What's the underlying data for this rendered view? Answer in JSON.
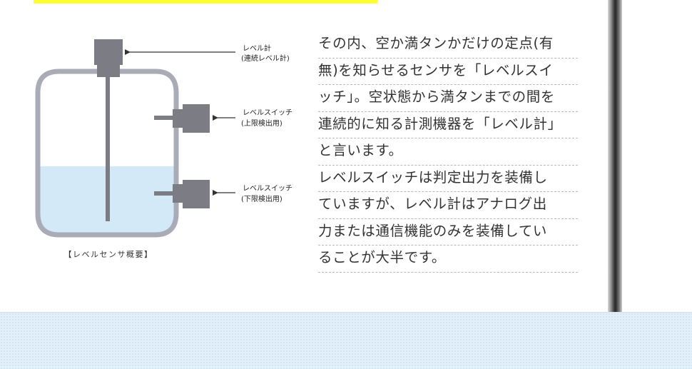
{
  "diagram": {
    "labels": {
      "level_meter": [
        "レベル計",
        "(連続レベル計)"
      ],
      "switch_upper": [
        "レベルスイッチ",
        "(上限検出用)"
      ],
      "switch_lower": [
        "レベルスイッチ",
        "(下限検出用)"
      ]
    },
    "caption": "【レベルセンサ概要】",
    "colors": {
      "tank_outline": "#a9abb7",
      "sensor_body": "#7c7c84",
      "liquid": "#d4e9f7",
      "arrow": "#333333"
    },
    "liquid_level_fraction": 0.42
  },
  "text_lines": [
    "その内、空か満タンかだけの定点(有",
    "無)を知らせるセンサを「レベルスイ",
    "ッチ」。空状態から満タンまでの間を",
    "連続的に知る計測機器を「レベル計」",
    "と言います。",
    "レベルスイッチは判定出力を装備し",
    "ていますが、レベル計はアナログ出",
    "力または通信機能のみを装備してい",
    "ることが大半です。"
  ]
}
